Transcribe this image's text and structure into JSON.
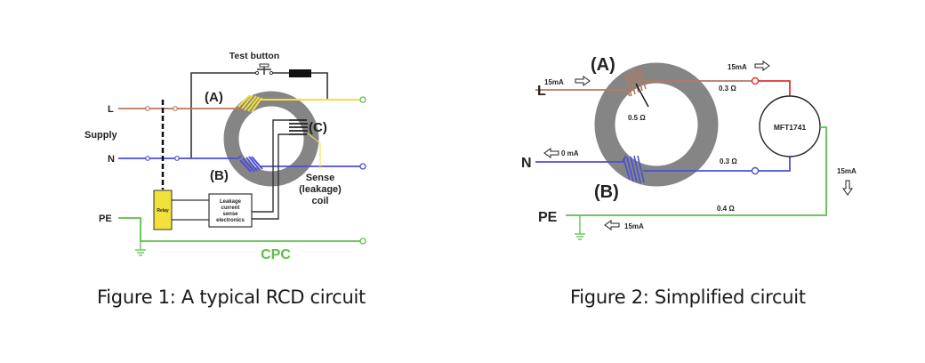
{
  "figure1": {
    "caption": "Figure 1: A typical RCD circuit",
    "labels": {
      "test_button": "Test button",
      "line": "L",
      "supply": "Supply",
      "neutral": "N",
      "pe": "PE",
      "coil_a": "(A)",
      "coil_b": "(B)",
      "coil_c": "(C)",
      "sense_1": "Sense",
      "sense_2": "(leakage)",
      "sense_3": "coil",
      "relay": "Relay",
      "electronics_1": "Leakage",
      "electronics_2": "current",
      "electronics_3": "sense",
      "electronics_4": "electronics",
      "cpc": "CPC"
    }
  },
  "figure2": {
    "caption": "Figure 2: Simplified circuit",
    "labels": {
      "line": "L",
      "neutral": "N",
      "pe": "PE",
      "coil_a": "(A)",
      "coil_b": "(B)",
      "l_current": "15mA",
      "n_current": "0 mA",
      "out_current": "15mA",
      "down_current": "15mA",
      "pe_current": "15mA",
      "coil_resistance": "0.5 Ω",
      "l_resistance": "0.3 Ω",
      "n_resistance": "0.3 Ω",
      "pe_resistance": "0.4 Ω",
      "meter": "MFT1741"
    }
  },
  "colors": {
    "line_brown": "#b9785a",
    "neutral_blue": "#4a4fd6",
    "earth_green": "#5cbf4a",
    "yellow": "#f2e13a",
    "core_gray": "#858585",
    "red": "#e03030"
  }
}
